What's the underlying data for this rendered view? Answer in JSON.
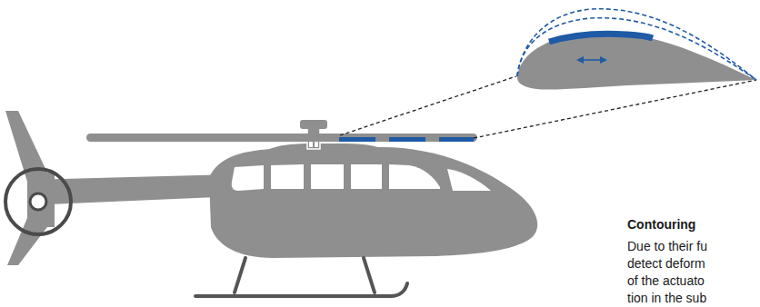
{
  "diagram": {
    "labels": [
      "Contouring",
      "Due to their fu",
      "detect deform",
      "of the actuato",
      "tion in the sub"
    ]
  }
}
